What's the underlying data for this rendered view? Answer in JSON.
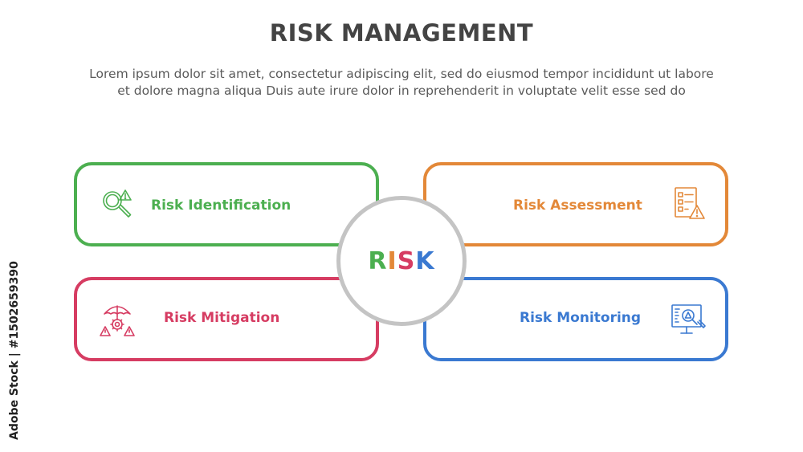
{
  "title": "RISK MANAGEMENT",
  "subtitle": [
    "Lorem ipsum dolor sit amet, consectetur adipiscing elit, sed do eiusmod tempor incididunt ut labore",
    "et dolore magna aliqua Duis aute irure dolor in reprehenderit in voluptate velit esse sed do"
  ],
  "center": {
    "letters": [
      "R",
      "I",
      "S",
      "K"
    ],
    "colors": [
      "#4caf50",
      "#e38838",
      "#d63c62",
      "#3a79d1"
    ]
  },
  "cards": [
    {
      "label": "Risk Identification",
      "color": "#4caf50",
      "icon": "magnifier-warning-icon"
    },
    {
      "label": "Risk Assessment",
      "color": "#e38838",
      "icon": "checklist-warning-icon"
    },
    {
      "label": "Risk Mitigation",
      "color": "#d63c62",
      "icon": "umbrella-gear-warning-icon"
    },
    {
      "label": "Risk Monitoring",
      "color": "#3a79d1",
      "icon": "monitor-magnifier-icon"
    }
  ],
  "watermark": "Adobe Stock | #1502659390"
}
